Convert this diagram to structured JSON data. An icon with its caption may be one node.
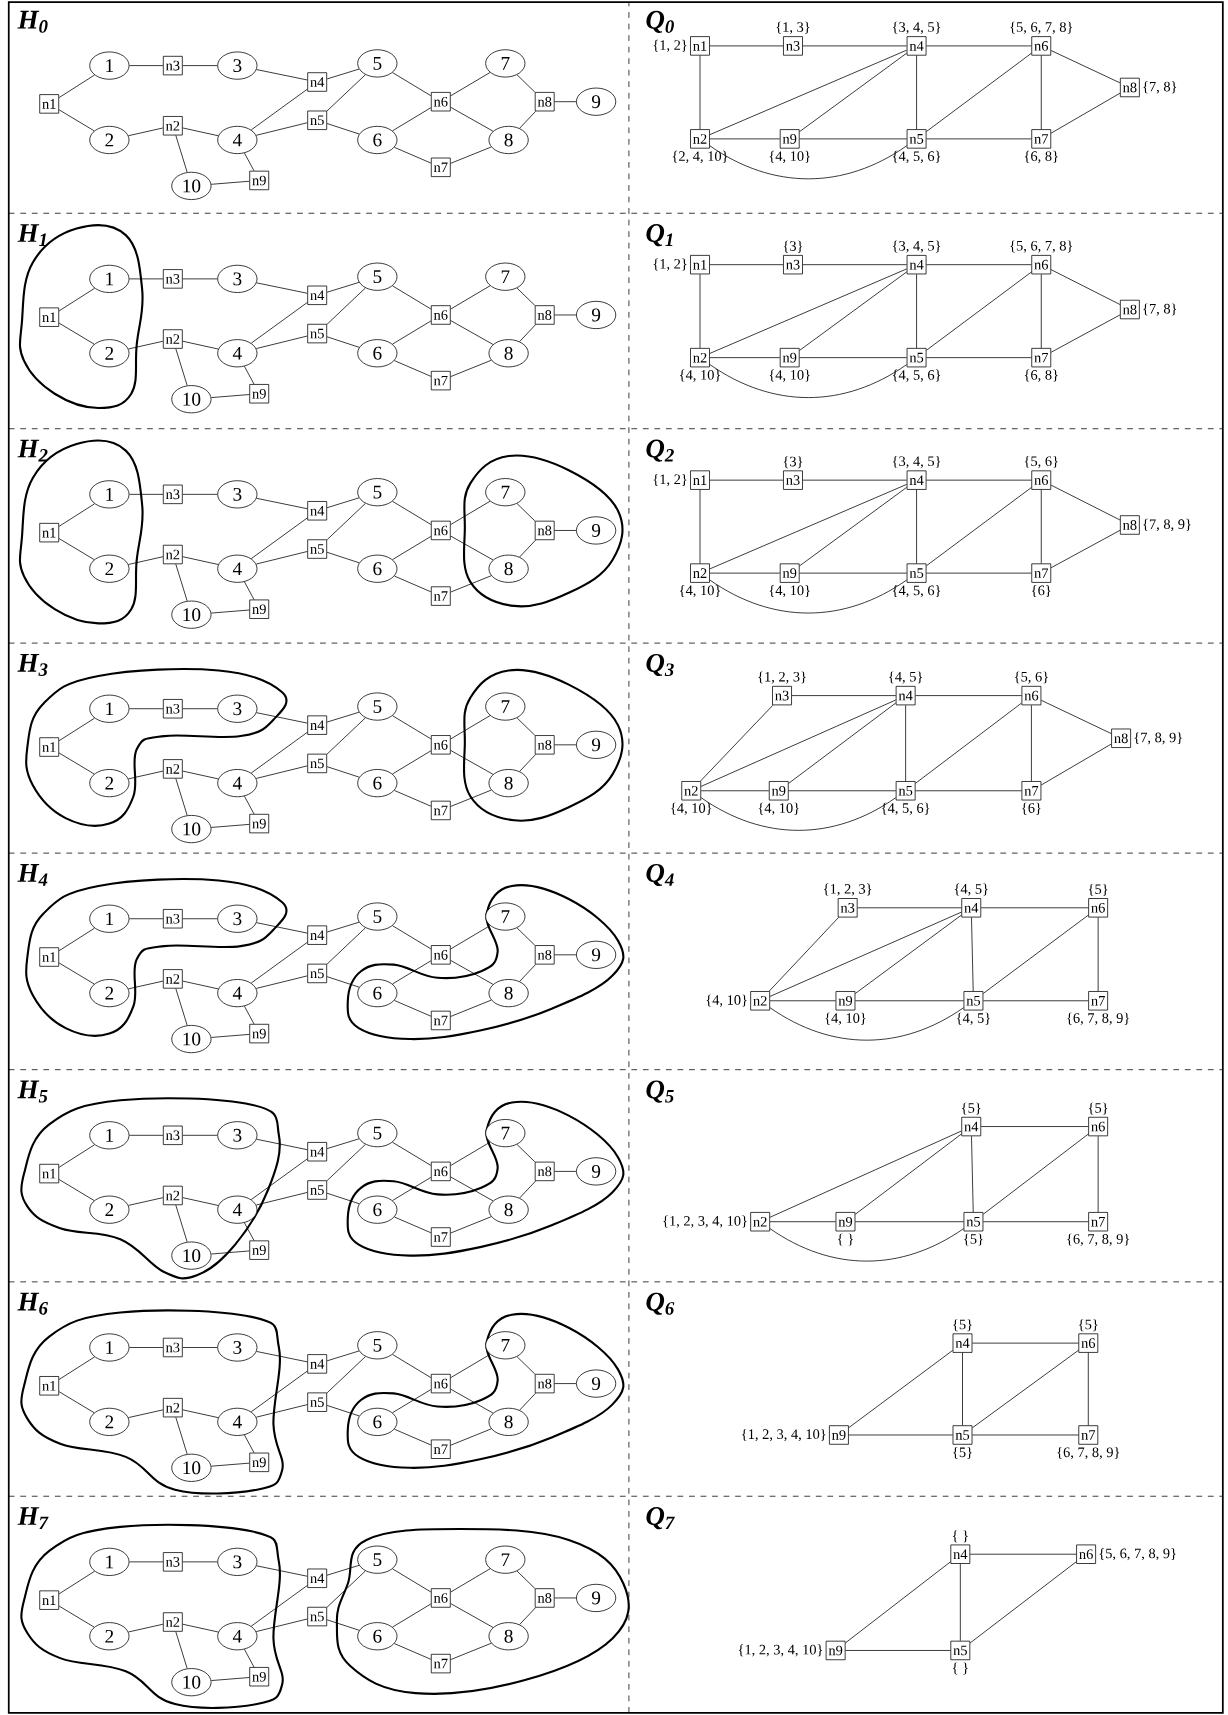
{
  "diagram": {
    "nodes": [
      {
        "text": [
          "1"
        ]
      },
      {
        "text": [
          "2"
        ]
      },
      {
        "text": [
          "3"
        ]
      },
      {
        "text": [
          "4"
        ]
      },
      {
        "text": [
          "5"
        ]
      },
      {
        "text": [
          "6"
        ]
      },
      {
        "text": [
          "7"
        ]
      },
      {
        "text": [
          "8"
        ]
      },
      {
        "text": [
          "9"
        ]
      },
      {
        "text": [
          "10"
        ]
      },
      {
        "text": [
          "n1"
        ]
      },
      {
        "text": [
          "n2"
        ]
      },
      {
        "text": [
          "n3"
        ]
      },
      {
        "text": [
          "n4"
        ]
      },
      {
        "text": [
          "n5"
        ]
      },
      {
        "text": [
          "n6"
        ]
      },
      {
        "text": [
          "n7"
        ]
      },
      {
        "text": [
          "n8"
        ]
      },
      {
        "text": [
          "n9"
        ]
      },
      {
        "text": [
          "n1"
        ],
        "beside": [
          "{1, 2}"
        ]
      },
      {
        "text": [
          "n2"
        ],
        "beside": [
          "{2, 4, 10}"
        ]
      },
      {
        "text": [
          "n3"
        ],
        "beside": [
          "{1, 3}"
        ]
      },
      {
        "text": [
          "n4"
        ],
        "beside": [
          "{3, 4, 5}"
        ]
      },
      {
        "text": [
          "n5"
        ],
        "beside": [
          "{4, 5, 6}"
        ]
      },
      {
        "text": [
          "n6"
        ],
        "beside": [
          "{5, 6, 7, 8}"
        ]
      },
      {
        "text": [
          "n7"
        ],
        "beside": [
          "{6, 8}"
        ]
      },
      {
        "text": [
          "n8"
        ],
        "beside": [
          "{7, 8}"
        ]
      },
      {
        "text": [
          "n9"
        ],
        "beside": [
          "{4, 10}"
        ]
      },
      {
        "text": [
          "1"
        ]
      },
      {
        "text": [
          "2"
        ]
      },
      {
        "text": [
          "3"
        ]
      },
      {
        "text": [
          "4"
        ]
      },
      {
        "text": [
          "5"
        ]
      },
      {
        "text": [
          "6"
        ]
      },
      {
        "text": [
          "7"
        ]
      },
      {
        "text": [
          "8"
        ]
      },
      {
        "text": [
          "9"
        ]
      },
      {
        "text": [
          "10"
        ]
      },
      {
        "text": [
          "n1"
        ]
      },
      {
        "text": [
          "n2"
        ]
      },
      {
        "text": [
          "n3"
        ]
      },
      {
        "text": [
          "n4"
        ]
      },
      {
        "text": [
          "n5"
        ]
      },
      {
        "text": [
          "n6"
        ]
      },
      {
        "text": [
          "n7"
        ]
      },
      {
        "text": [
          "n8"
        ]
      },
      {
        "text": [
          "n9"
        ]
      },
      {
        "text": [
          "n1"
        ],
        "beside": [
          "{1, 2}"
        ]
      },
      {
        "text": [
          "n2"
        ],
        "beside": [
          "{4, 10}"
        ]
      },
      {
        "text": [
          "n3"
        ],
        "beside": [
          "{3}"
        ]
      },
      {
        "text": [
          "n4"
        ],
        "beside": [
          "{3, 4, 5}"
        ]
      },
      {
        "text": [
          "n5"
        ],
        "beside": [
          "{4, 5, 6}"
        ]
      },
      {
        "text": [
          "n6"
        ],
        "beside": [
          "{5, 6, 7, 8}"
        ]
      },
      {
        "text": [
          "n7"
        ],
        "beside": [
          "{6, 8}"
        ]
      },
      {
        "text": [
          "n8"
        ],
        "beside": [
          "{7, 8}"
        ]
      },
      {
        "text": [
          "n9"
        ],
        "beside": [
          "{4, 10}"
        ]
      },
      {
        "text": [
          "1"
        ]
      },
      {
        "text": [
          "2"
        ]
      },
      {
        "text": [
          "3"
        ]
      },
      {
        "text": [
          "4"
        ]
      },
      {
        "text": [
          "5"
        ]
      },
      {
        "text": [
          "6"
        ]
      },
      {
        "text": [
          "7"
        ]
      },
      {
        "text": [
          "8"
        ]
      },
      {
        "text": [
          "9"
        ]
      },
      {
        "text": [
          "10"
        ]
      },
      {
        "text": [
          "n1"
        ]
      },
      {
        "text": [
          "n2"
        ]
      },
      {
        "text": [
          "n3"
        ]
      },
      {
        "text": [
          "n4"
        ]
      },
      {
        "text": [
          "n5"
        ]
      },
      {
        "text": [
          "n6"
        ]
      },
      {
        "text": [
          "n7"
        ]
      },
      {
        "text": [
          "n8"
        ]
      },
      {
        "text": [
          "n9"
        ]
      },
      {
        "text": [
          "n1"
        ],
        "beside": [
          "{1, 2}"
        ]
      },
      {
        "text": [
          "n2"
        ],
        "beside": [
          "{4, 10}"
        ]
      },
      {
        "text": [
          "n3"
        ],
        "beside": [
          "{3}"
        ]
      },
      {
        "text": [
          "n4"
        ],
        "beside": [
          "{3, 4, 5}"
        ]
      },
      {
        "text": [
          "n5"
        ],
        "beside": [
          "{4, 5, 6}"
        ]
      },
      {
        "text": [
          "n6"
        ],
        "beside": [
          "{5, 6}"
        ]
      },
      {
        "text": [
          "n7"
        ],
        "beside": [
          "{6}"
        ]
      },
      {
        "text": [
          "n8"
        ],
        "beside": [
          "{7, 8, 9}"
        ]
      },
      {
        "text": [
          "n9"
        ],
        "beside": [
          "{4, 10}"
        ]
      },
      {
        "text": [
          "1"
        ]
      },
      {
        "text": [
          "2"
        ]
      },
      {
        "text": [
          "3"
        ]
      },
      {
        "text": [
          "4"
        ]
      },
      {
        "text": [
          "5"
        ]
      },
      {
        "text": [
          "6"
        ]
      },
      {
        "text": [
          "7"
        ]
      },
      {
        "text": [
          "8"
        ]
      },
      {
        "text": [
          "9"
        ]
      },
      {
        "text": [
          "10"
        ]
      },
      {
        "text": [
          "n1"
        ]
      },
      {
        "text": [
          "n2"
        ]
      },
      {
        "text": [
          "n3"
        ]
      },
      {
        "text": [
          "n4"
        ]
      },
      {
        "text": [
          "n5"
        ]
      },
      {
        "text": [
          "n6"
        ]
      },
      {
        "text": [
          "n7"
        ]
      },
      {
        "text": [
          "n8"
        ]
      },
      {
        "text": [
          "n9"
        ]
      },
      {
        "text": [
          "n2"
        ],
        "beside": [
          "{4, 10}"
        ]
      },
      {
        "text": [
          "n3"
        ],
        "beside": [
          "{1, 2, 3}"
        ]
      },
      {
        "text": [
          "n4"
        ],
        "beside": [
          "{4, 5}"
        ]
      },
      {
        "text": [
          "n5"
        ],
        "beside": [
          "{4, 5, 6}"
        ]
      },
      {
        "text": [
          "n6"
        ],
        "beside": [
          "{5, 6}"
        ]
      },
      {
        "text": [
          "n7"
        ],
        "beside": [
          "{6}"
        ]
      },
      {
        "text": [
          "n8"
        ],
        "beside": [
          "{7, 8, 9}"
        ]
      },
      {
        "text": [
          "n9"
        ],
        "beside": [
          "{4, 10}"
        ]
      },
      {
        "text": [
          "1"
        ]
      },
      {
        "text": [
          "2"
        ]
      },
      {
        "text": [
          "3"
        ]
      },
      {
        "text": [
          "4"
        ]
      },
      {
        "text": [
          "5"
        ]
      },
      {
        "text": [
          "6"
        ]
      },
      {
        "text": [
          "7"
        ]
      },
      {
        "text": [
          "8"
        ]
      },
      {
        "text": [
          "9"
        ]
      },
      {
        "text": [
          "10"
        ]
      },
      {
        "text": [
          "n1"
        ]
      },
      {
        "text": [
          "n2"
        ]
      },
      {
        "text": [
          "n3"
        ]
      },
      {
        "text": [
          "n4"
        ]
      },
      {
        "text": [
          "n5"
        ]
      },
      {
        "text": [
          "n6"
        ]
      },
      {
        "text": [
          "n7"
        ]
      },
      {
        "text": [
          "n8"
        ]
      },
      {
        "text": [
          "n9"
        ]
      },
      {
        "text": [
          "n2"
        ],
        "beside": [
          "{4, 10}"
        ]
      },
      {
        "text": [
          "n3"
        ],
        "beside": [
          "{1, 2, 3}"
        ]
      },
      {
        "text": [
          "n4"
        ],
        "beside": [
          "{4, 5}"
        ]
      },
      {
        "text": [
          "n5"
        ],
        "beside": [
          "{4, 5}"
        ]
      },
      {
        "text": [
          "n6"
        ],
        "beside": [
          "{5}"
        ]
      },
      {
        "text": [
          "n7"
        ],
        "beside": [
          "{6, 7, 8, 9}"
        ]
      },
      {
        "text": [
          "n9"
        ],
        "beside": [
          "{4, 10}"
        ]
      },
      {
        "text": [
          "1"
        ]
      },
      {
        "text": [
          "2"
        ]
      },
      {
        "text": [
          "3"
        ]
      },
      {
        "text": [
          "4"
        ]
      },
      {
        "text": [
          "5"
        ]
      },
      {
        "text": [
          "6"
        ]
      },
      {
        "text": [
          "7"
        ]
      },
      {
        "text": [
          "8"
        ]
      },
      {
        "text": [
          "9"
        ]
      },
      {
        "text": [
          "10"
        ]
      },
      {
        "text": [
          "n1"
        ]
      },
      {
        "text": [
          "n2"
        ]
      },
      {
        "text": [
          "n3"
        ]
      },
      {
        "text": [
          "n4"
        ]
      },
      {
        "text": [
          "n5"
        ]
      },
      {
        "text": [
          "n6"
        ]
      },
      {
        "text": [
          "n7"
        ]
      },
      {
        "text": [
          "n8"
        ]
      },
      {
        "text": [
          "n9"
        ]
      },
      {
        "text": [
          "n2"
        ],
        "beside": [
          "{1, 2, 3, 4, 10}"
        ]
      },
      {
        "text": [
          "n4"
        ],
        "beside": [
          "{5}"
        ]
      },
      {
        "text": [
          "n5"
        ],
        "beside": [
          "{5}"
        ]
      },
      {
        "text": [
          "n6"
        ],
        "beside": [
          "{5}"
        ]
      },
      {
        "text": [
          "n7"
        ],
        "beside": [
          "{6, 7, 8, 9}"
        ]
      },
      {
        "text": [
          "n9"
        ],
        "beside": [
          "{ }"
        ]
      },
      {
        "text": [
          "1"
        ]
      },
      {
        "text": [
          "2"
        ]
      },
      {
        "text": [
          "3"
        ]
      },
      {
        "text": [
          "4"
        ]
      },
      {
        "text": [
          "5"
        ]
      },
      {
        "text": [
          "6"
        ]
      },
      {
        "text": [
          "7"
        ]
      },
      {
        "text": [
          "8"
        ]
      },
      {
        "text": [
          "9"
        ]
      },
      {
        "text": [
          "10"
        ]
      },
      {
        "text": [
          "n1"
        ]
      },
      {
        "text": [
          "n2"
        ]
      },
      {
        "text": [
          "n3"
        ]
      },
      {
        "text": [
          "n4"
        ]
      },
      {
        "text": [
          "n5"
        ]
      },
      {
        "text": [
          "n6"
        ]
      },
      {
        "text": [
          "n7"
        ]
      },
      {
        "text": [
          "n8"
        ]
      },
      {
        "text": [
          "n9"
        ]
      },
      {
        "text": [
          "n4"
        ],
        "beside": [
          "{5}"
        ]
      },
      {
        "text": [
          "n5"
        ],
        "beside": [
          "{5}"
        ]
      },
      {
        "text": [
          "n6"
        ],
        "beside": [
          "{5}"
        ]
      },
      {
        "text": [
          "n7"
        ],
        "beside": [
          "{6, 7, 8, 9}"
        ]
      },
      {
        "text": [
          "n9"
        ],
        "beside": [
          "{1, 2, 3, 4, 10}"
        ]
      },
      {
        "text": [
          "1"
        ]
      },
      {
        "text": [
          "2"
        ]
      },
      {
        "text": [
          "3"
        ]
      },
      {
        "text": [
          "4"
        ]
      },
      {
        "text": [
          "5"
        ]
      },
      {
        "text": [
          "6"
        ]
      },
      {
        "text": [
          "7"
        ]
      },
      {
        "text": [
          "8"
        ]
      },
      {
        "text": [
          "9"
        ]
      },
      {
        "text": [
          "10"
        ]
      },
      {
        "text": [
          "n1"
        ]
      },
      {
        "text": [
          "n2"
        ]
      },
      {
        "text": [
          "n3"
        ]
      },
      {
        "text": [
          "n4"
        ]
      },
      {
        "text": [
          "n5"
        ]
      },
      {
        "text": [
          "n6"
        ]
      },
      {
        "text": [
          "n7"
        ]
      },
      {
        "text": [
          "n8"
        ]
      },
      {
        "text": [
          "n9"
        ]
      },
      {
        "text": [
          "n4"
        ],
        "beside": [
          "{ }"
        ]
      },
      {
        "text": [
          "n5"
        ],
        "beside": [
          "{ }"
        ]
      },
      {
        "text": [
          "n6"
        ],
        "beside": [
          "{5, 6, 7, 8, 9}"
        ]
      },
      {
        "text": [
          "n9"
        ],
        "beside": [
          "{1, 2, 3, 4, 10}"
        ]
      }
    ],
    "edges": [
      {
        "from": 10,
        "to": 0,
        "arrow": "none"
      },
      {
        "from": 10,
        "to": 1,
        "arrow": "none"
      },
      {
        "from": 0,
        "to": 12,
        "arrow": "none"
      },
      {
        "from": 12,
        "to": 2,
        "arrow": "none"
      },
      {
        "from": 2,
        "to": 13,
        "arrow": "none"
      },
      {
        "from": 13,
        "to": 4,
        "arrow": "none"
      },
      {
        "from": 13,
        "to": 3,
        "arrow": "none"
      },
      {
        "from": 1,
        "to": 11,
        "arrow": "none"
      },
      {
        "from": 11,
        "to": 3,
        "arrow": "none"
      },
      {
        "from": 11,
        "to": 9,
        "arrow": "none"
      },
      {
        "from": 9,
        "to": 18,
        "arrow": "none"
      },
      {
        "from": 18,
        "to": 3,
        "arrow": "none"
      },
      {
        "from": 3,
        "to": 14,
        "arrow": "none"
      },
      {
        "from": 14,
        "to": 4,
        "arrow": "none"
      },
      {
        "from": 14,
        "to": 5,
        "arrow": "none"
      },
      {
        "from": 4,
        "to": 15,
        "arrow": "none"
      },
      {
        "from": 5,
        "to": 15,
        "arrow": "none"
      },
      {
        "from": 15,
        "to": 6,
        "arrow": "none"
      },
      {
        "from": 15,
        "to": 7,
        "arrow": "none"
      },
      {
        "from": 5,
        "to": 16,
        "arrow": "none"
      },
      {
        "from": 16,
        "to": 7,
        "arrow": "none"
      },
      {
        "from": 6,
        "to": 17,
        "arrow": "none"
      },
      {
        "from": 7,
        "to": 17,
        "arrow": "none"
      },
      {
        "from": 17,
        "to": 8,
        "arrow": "none"
      },
      {
        "from": 19,
        "to": 21,
        "arrow": "none"
      },
      {
        "from": 21,
        "to": 22,
        "arrow": "none"
      },
      {
        "from": 22,
        "to": 24,
        "arrow": "none"
      },
      {
        "from": 24,
        "to": 26,
        "arrow": "none"
      },
      {
        "from": 19,
        "to": 20,
        "arrow": "none"
      },
      {
        "from": 20,
        "to": 22,
        "arrow": "none"
      },
      {
        "from": 20,
        "to": 27,
        "arrow": "none"
      },
      {
        "from": 27,
        "to": 22,
        "arrow": "none"
      },
      {
        "from": 27,
        "to": 23,
        "arrow": "none"
      },
      {
        "from": 22,
        "to": 23,
        "arrow": "none"
      },
      {
        "from": 23,
        "to": 24,
        "arrow": "none"
      },
      {
        "from": 24,
        "to": 25,
        "arrow": "none"
      },
      {
        "from": 23,
        "to": 25,
        "arrow": "none"
      },
      {
        "from": 25,
        "to": 26,
        "arrow": "none"
      },
      {
        "from": 20,
        "to": 23,
        "arrow": "none"
      },
      {
        "from": 38,
        "to": 28,
        "arrow": "none"
      },
      {
        "from": 38,
        "to": 29,
        "arrow": "none"
      },
      {
        "from": 28,
        "to": 40,
        "arrow": "none"
      },
      {
        "from": 40,
        "to": 30,
        "arrow": "none"
      },
      {
        "from": 30,
        "to": 41,
        "arrow": "none"
      },
      {
        "from": 41,
        "to": 32,
        "arrow": "none"
      },
      {
        "from": 41,
        "to": 31,
        "arrow": "none"
      },
      {
        "from": 29,
        "to": 39,
        "arrow": "none"
      },
      {
        "from": 39,
        "to": 31,
        "arrow": "none"
      },
      {
        "from": 39,
        "to": 37,
        "arrow": "none"
      },
      {
        "from": 37,
        "to": 46,
        "arrow": "none"
      },
      {
        "from": 46,
        "to": 31,
        "arrow": "none"
      },
      {
        "from": 31,
        "to": 42,
        "arrow": "none"
      },
      {
        "from": 42,
        "to": 32,
        "arrow": "none"
      },
      {
        "from": 42,
        "to": 33,
        "arrow": "none"
      },
      {
        "from": 32,
        "to": 43,
        "arrow": "none"
      },
      {
        "from": 33,
        "to": 43,
        "arrow": "none"
      },
      {
        "from": 43,
        "to": 34,
        "arrow": "none"
      },
      {
        "from": 43,
        "to": 35,
        "arrow": "none"
      },
      {
        "from": 33,
        "to": 44,
        "arrow": "none"
      },
      {
        "from": 44,
        "to": 35,
        "arrow": "none"
      },
      {
        "from": 34,
        "to": 45,
        "arrow": "none"
      },
      {
        "from": 35,
        "to": 45,
        "arrow": "none"
      },
      {
        "from": 45,
        "to": 36,
        "arrow": "none"
      },
      {
        "from": 47,
        "to": 49,
        "arrow": "none"
      },
      {
        "from": 49,
        "to": 50,
        "arrow": "none"
      },
      {
        "from": 50,
        "to": 52,
        "arrow": "none"
      },
      {
        "from": 52,
        "to": 54,
        "arrow": "none"
      },
      {
        "from": 47,
        "to": 48,
        "arrow": "none"
      },
      {
        "from": 48,
        "to": 50,
        "arrow": "none"
      },
      {
        "from": 48,
        "to": 55,
        "arrow": "none"
      },
      {
        "from": 55,
        "to": 50,
        "arrow": "none"
      },
      {
        "from": 55,
        "to": 51,
        "arrow": "none"
      },
      {
        "from": 50,
        "to": 51,
        "arrow": "none"
      },
      {
        "from": 51,
        "to": 52,
        "arrow": "none"
      },
      {
        "from": 52,
        "to": 53,
        "arrow": "none"
      },
      {
        "from": 51,
        "to": 53,
        "arrow": "none"
      },
      {
        "from": 53,
        "to": 54,
        "arrow": "none"
      },
      {
        "from": 48,
        "to": 51,
        "arrow": "none"
      },
      {
        "from": 66,
        "to": 56,
        "arrow": "none"
      },
      {
        "from": 66,
        "to": 57,
        "arrow": "none"
      },
      {
        "from": 56,
        "to": 68,
        "arrow": "none"
      },
      {
        "from": 68,
        "to": 58,
        "arrow": "none"
      },
      {
        "from": 58,
        "to": 69,
        "arrow": "none"
      },
      {
        "from": 69,
        "to": 60,
        "arrow": "none"
      },
      {
        "from": 69,
        "to": 59,
        "arrow": "none"
      },
      {
        "from": 57,
        "to": 67,
        "arrow": "none"
      },
      {
        "from": 67,
        "to": 59,
        "arrow": "none"
      },
      {
        "from": 67,
        "to": 65,
        "arrow": "none"
      },
      {
        "from": 65,
        "to": 74,
        "arrow": "none"
      },
      {
        "from": 74,
        "to": 59,
        "arrow": "none"
      },
      {
        "from": 59,
        "to": 70,
        "arrow": "none"
      },
      {
        "from": 70,
        "to": 60,
        "arrow": "none"
      },
      {
        "from": 70,
        "to": 61,
        "arrow": "none"
      },
      {
        "from": 60,
        "to": 71,
        "arrow": "none"
      },
      {
        "from": 61,
        "to": 71,
        "arrow": "none"
      },
      {
        "from": 71,
        "to": 62,
        "arrow": "none"
      },
      {
        "from": 71,
        "to": 63,
        "arrow": "none"
      },
      {
        "from": 61,
        "to": 72,
        "arrow": "none"
      },
      {
        "from": 72,
        "to": 63,
        "arrow": "none"
      },
      {
        "from": 62,
        "to": 73,
        "arrow": "none"
      },
      {
        "from": 63,
        "to": 73,
        "arrow": "none"
      },
      {
        "from": 73,
        "to": 64,
        "arrow": "none"
      },
      {
        "from": 75,
        "to": 77,
        "arrow": "none"
      },
      {
        "from": 77,
        "to": 78,
        "arrow": "none"
      },
      {
        "from": 78,
        "to": 80,
        "arrow": "none"
      },
      {
        "from": 80,
        "to": 82,
        "arrow": "none"
      },
      {
        "from": 75,
        "to": 76,
        "arrow": "none"
      },
      {
        "from": 76,
        "to": 78,
        "arrow": "none"
      },
      {
        "from": 76,
        "to": 83,
        "arrow": "none"
      },
      {
        "from": 83,
        "to": 78,
        "arrow": "none"
      },
      {
        "from": 83,
        "to": 79,
        "arrow": "none"
      },
      {
        "from": 78,
        "to": 79,
        "arrow": "none"
      },
      {
        "from": 79,
        "to": 80,
        "arrow": "none"
      },
      {
        "from": 80,
        "to": 81,
        "arrow": "none"
      },
      {
        "from": 79,
        "to": 81,
        "arrow": "none"
      },
      {
        "from": 81,
        "to": 82,
        "arrow": "none"
      },
      {
        "from": 76,
        "to": 79,
        "arrow": "none"
      },
      {
        "from": 94,
        "to": 84,
        "arrow": "none"
      },
      {
        "from": 94,
        "to": 85,
        "arrow": "none"
      },
      {
        "from": 84,
        "to": 96,
        "arrow": "none"
      },
      {
        "from": 96,
        "to": 86,
        "arrow": "none"
      },
      {
        "from": 86,
        "to": 97,
        "arrow": "none"
      },
      {
        "from": 97,
        "to": 88,
        "arrow": "none"
      },
      {
        "from": 97,
        "to": 87,
        "arrow": "none"
      },
      {
        "from": 85,
        "to": 95,
        "arrow": "none"
      },
      {
        "from": 95,
        "to": 87,
        "arrow": "none"
      },
      {
        "from": 95,
        "to": 93,
        "arrow": "none"
      },
      {
        "from": 93,
        "to": 102,
        "arrow": "none"
      },
      {
        "from": 102,
        "to": 87,
        "arrow": "none"
      },
      {
        "from": 87,
        "to": 98,
        "arrow": "none"
      },
      {
        "from": 98,
        "to": 88,
        "arrow": "none"
      },
      {
        "from": 98,
        "to": 89,
        "arrow": "none"
      },
      {
        "from": 88,
        "to": 99,
        "arrow": "none"
      },
      {
        "from": 89,
        "to": 99,
        "arrow": "none"
      },
      {
        "from": 99,
        "to": 90,
        "arrow": "none"
      },
      {
        "from": 99,
        "to": 91,
        "arrow": "none"
      },
      {
        "from": 89,
        "to": 100,
        "arrow": "none"
      },
      {
        "from": 100,
        "to": 91,
        "arrow": "none"
      },
      {
        "from": 90,
        "to": 101,
        "arrow": "none"
      },
      {
        "from": 91,
        "to": 101,
        "arrow": "none"
      },
      {
        "from": 101,
        "to": 92,
        "arrow": "none"
      },
      {
        "from": 104,
        "to": 105,
        "arrow": "none"
      },
      {
        "from": 105,
        "to": 107,
        "arrow": "none"
      },
      {
        "from": 107,
        "to": 109,
        "arrow": "none"
      },
      {
        "from": 103,
        "to": 104,
        "arrow": "none"
      },
      {
        "from": 103,
        "to": 105,
        "arrow": "none"
      },
      {
        "from": 103,
        "to": 110,
        "arrow": "none"
      },
      {
        "from": 110,
        "to": 105,
        "arrow": "none"
      },
      {
        "from": 110,
        "to": 106,
        "arrow": "none"
      },
      {
        "from": 105,
        "to": 106,
        "arrow": "none"
      },
      {
        "from": 106,
        "to": 107,
        "arrow": "none"
      },
      {
        "from": 107,
        "to": 108,
        "arrow": "none"
      },
      {
        "from": 106,
        "to": 108,
        "arrow": "none"
      },
      {
        "from": 108,
        "to": 109,
        "arrow": "none"
      },
      {
        "from": 103,
        "to": 106,
        "arrow": "none"
      },
      {
        "from": 121,
        "to": 111,
        "arrow": "none"
      },
      {
        "from": 121,
        "to": 112,
        "arrow": "none"
      },
      {
        "from": 111,
        "to": 123,
        "arrow": "none"
      },
      {
        "from": 123,
        "to": 113,
        "arrow": "none"
      },
      {
        "from": 113,
        "to": 124,
        "arrow": "none"
      },
      {
        "from": 124,
        "to": 115,
        "arrow": "none"
      },
      {
        "from": 124,
        "to": 114,
        "arrow": "none"
      },
      {
        "from": 112,
        "to": 122,
        "arrow": "none"
      },
      {
        "from": 122,
        "to": 114,
        "arrow": "none"
      },
      {
        "from": 122,
        "to": 120,
        "arrow": "none"
      },
      {
        "from": 120,
        "to": 129,
        "arrow": "none"
      },
      {
        "from": 129,
        "to": 114,
        "arrow": "none"
      },
      {
        "from": 114,
        "to": 125,
        "arrow": "none"
      },
      {
        "from": 125,
        "to": 115,
        "arrow": "none"
      },
      {
        "from": 125,
        "to": 116,
        "arrow": "none"
      },
      {
        "from": 115,
        "to": 126,
        "arrow": "none"
      },
      {
        "from": 116,
        "to": 126,
        "arrow": "none"
      },
      {
        "from": 126,
        "to": 117,
        "arrow": "none"
      },
      {
        "from": 126,
        "to": 118,
        "arrow": "none"
      },
      {
        "from": 116,
        "to": 127,
        "arrow": "none"
      },
      {
        "from": 127,
        "to": 118,
        "arrow": "none"
      },
      {
        "from": 117,
        "to": 128,
        "arrow": "none"
      },
      {
        "from": 118,
        "to": 128,
        "arrow": "none"
      },
      {
        "from": 128,
        "to": 119,
        "arrow": "none"
      },
      {
        "from": 131,
        "to": 132,
        "arrow": "none"
      },
      {
        "from": 132,
        "to": 134,
        "arrow": "none"
      },
      {
        "from": 130,
        "to": 131,
        "arrow": "none"
      },
      {
        "from": 130,
        "to": 132,
        "arrow": "none"
      },
      {
        "from": 130,
        "to": 136,
        "arrow": "none"
      },
      {
        "from": 136,
        "to": 132,
        "arrow": "none"
      },
      {
        "from": 136,
        "to": 133,
        "arrow": "none"
      },
      {
        "from": 132,
        "to": 133,
        "arrow": "none"
      },
      {
        "from": 133,
        "to": 134,
        "arrow": "none"
      },
      {
        "from": 134,
        "to": 135,
        "arrow": "none"
      },
      {
        "from": 133,
        "to": 135,
        "arrow": "none"
      },
      {
        "from": 130,
        "to": 133,
        "arrow": "none"
      },
      {
        "from": 147,
        "to": 137,
        "arrow": "none"
      },
      {
        "from": 147,
        "to": 138,
        "arrow": "none"
      },
      {
        "from": 137,
        "to": 149,
        "arrow": "none"
      },
      {
        "from": 149,
        "to": 139,
        "arrow": "none"
      },
      {
        "from": 139,
        "to": 150,
        "arrow": "none"
      },
      {
        "from": 150,
        "to": 141,
        "arrow": "none"
      },
      {
        "from": 150,
        "to": 140,
        "arrow": "none"
      },
      {
        "from": 138,
        "to": 148,
        "arrow": "none"
      },
      {
        "from": 148,
        "to": 140,
        "arrow": "none"
      },
      {
        "from": 148,
        "to": 146,
        "arrow": "none"
      },
      {
        "from": 146,
        "to": 155,
        "arrow": "none"
      },
      {
        "from": 155,
        "to": 140,
        "arrow": "none"
      },
      {
        "from": 140,
        "to": 151,
        "arrow": "none"
      },
      {
        "from": 151,
        "to": 141,
        "arrow": "none"
      },
      {
        "from": 151,
        "to": 142,
        "arrow": "none"
      },
      {
        "from": 141,
        "to": 152,
        "arrow": "none"
      },
      {
        "from": 142,
        "to": 152,
        "arrow": "none"
      },
      {
        "from": 152,
        "to": 143,
        "arrow": "none"
      },
      {
        "from": 152,
        "to": 144,
        "arrow": "none"
      },
      {
        "from": 142,
        "to": 153,
        "arrow": "none"
      },
      {
        "from": 153,
        "to": 144,
        "arrow": "none"
      },
      {
        "from": 143,
        "to": 154,
        "arrow": "none"
      },
      {
        "from": 144,
        "to": 154,
        "arrow": "none"
      },
      {
        "from": 154,
        "to": 145,
        "arrow": "none"
      },
      {
        "from": 157,
        "to": 159,
        "arrow": "none"
      },
      {
        "from": 156,
        "to": 157,
        "arrow": "none"
      },
      {
        "from": 156,
        "to": 161,
        "arrow": "none"
      },
      {
        "from": 161,
        "to": 157,
        "arrow": "none"
      },
      {
        "from": 161,
        "to": 158,
        "arrow": "none"
      },
      {
        "from": 157,
        "to": 158,
        "arrow": "none"
      },
      {
        "from": 158,
        "to": 159,
        "arrow": "none"
      },
      {
        "from": 159,
        "to": 160,
        "arrow": "none"
      },
      {
        "from": 158,
        "to": 160,
        "arrow": "none"
      },
      {
        "from": 156,
        "to": 158,
        "arrow": "none"
      },
      {
        "from": 172,
        "to": 162,
        "arrow": "none"
      },
      {
        "from": 172,
        "to": 163,
        "arrow": "none"
      },
      {
        "from": 162,
        "to": 174,
        "arrow": "none"
      },
      {
        "from": 174,
        "to": 164,
        "arrow": "none"
      },
      {
        "from": 164,
        "to": 175,
        "arrow": "none"
      },
      {
        "from": 175,
        "to": 166,
        "arrow": "none"
      },
      {
        "from": 175,
        "to": 165,
        "arrow": "none"
      },
      {
        "from": 163,
        "to": 173,
        "arrow": "none"
      },
      {
        "from": 173,
        "to": 165,
        "arrow": "none"
      },
      {
        "from": 173,
        "to": 171,
        "arrow": "none"
      },
      {
        "from": 171,
        "to": 180,
        "arrow": "none"
      },
      {
        "from": 180,
        "to": 165,
        "arrow": "none"
      },
      {
        "from": 165,
        "to": 176,
        "arrow": "none"
      },
      {
        "from": 176,
        "to": 166,
        "arrow": "none"
      },
      {
        "from": 176,
        "to": 167,
        "arrow": "none"
      },
      {
        "from": 166,
        "to": 177,
        "arrow": "none"
      },
      {
        "from": 167,
        "to": 177,
        "arrow": "none"
      },
      {
        "from": 177,
        "to": 168,
        "arrow": "none"
      },
      {
        "from": 177,
        "to": 169,
        "arrow": "none"
      },
      {
        "from": 167,
        "to": 178,
        "arrow": "none"
      },
      {
        "from": 178,
        "to": 169,
        "arrow": "none"
      },
      {
        "from": 168,
        "to": 179,
        "arrow": "none"
      },
      {
        "from": 169,
        "to": 179,
        "arrow": "none"
      },
      {
        "from": 179,
        "to": 170,
        "arrow": "none"
      },
      {
        "from": 181,
        "to": 183,
        "arrow": "none"
      },
      {
        "from": 185,
        "to": 181,
        "arrow": "none"
      },
      {
        "from": 185,
        "to": 182,
        "arrow": "none"
      },
      {
        "from": 181,
        "to": 182,
        "arrow": "none"
      },
      {
        "from": 182,
        "to": 183,
        "arrow": "none"
      },
      {
        "from": 183,
        "to": 184,
        "arrow": "none"
      },
      {
        "from": 182,
        "to": 184,
        "arrow": "none"
      },
      {
        "from": 196,
        "to": 186,
        "arrow": "none"
      },
      {
        "from": 196,
        "to": 187,
        "arrow": "none"
      },
      {
        "from": 186,
        "to": 198,
        "arrow": "none"
      },
      {
        "from": 198,
        "to": 188,
        "arrow": "none"
      },
      {
        "from": 188,
        "to": 199,
        "arrow": "none"
      },
      {
        "from": 199,
        "to": 190,
        "arrow": "none"
      },
      {
        "from": 199,
        "to": 189,
        "arrow": "none"
      },
      {
        "from": 187,
        "to": 197,
        "arrow": "none"
      },
      {
        "from": 197,
        "to": 189,
        "arrow": "none"
      },
      {
        "from": 197,
        "to": 195,
        "arrow": "none"
      },
      {
        "from": 195,
        "to": 204,
        "arrow": "none"
      },
      {
        "from": 204,
        "to": 189,
        "arrow": "none"
      },
      {
        "from": 189,
        "to": 200,
        "arrow": "none"
      },
      {
        "from": 200,
        "to": 190,
        "arrow": "none"
      },
      {
        "from": 200,
        "to": 191,
        "arrow": "none"
      },
      {
        "from": 190,
        "to": 201,
        "arrow": "none"
      },
      {
        "from": 191,
        "to": 201,
        "arrow": "none"
      },
      {
        "from": 201,
        "to": 192,
        "arrow": "none"
      },
      {
        "from": 201,
        "to": 193,
        "arrow": "none"
      },
      {
        "from": 191,
        "to": 202,
        "arrow": "none"
      },
      {
        "from": 202,
        "to": 193,
        "arrow": "none"
      },
      {
        "from": 192,
        "to": 203,
        "arrow": "none"
      },
      {
        "from": 193,
        "to": 203,
        "arrow": "none"
      },
      {
        "from": 203,
        "to": 194,
        "arrow": "none"
      },
      {
        "from": 205,
        "to": 207,
        "arrow": "none"
      },
      {
        "from": 208,
        "to": 205,
        "arrow": "none"
      },
      {
        "from": 208,
        "to": 206,
        "arrow": "none"
      },
      {
        "from": 205,
        "to": 206,
        "arrow": "none"
      },
      {
        "from": 206,
        "to": 207,
        "arrow": "none"
      }
    ],
    "labels": [
      "H$_{0}$",
      "Q$_{0}$",
      "H$_{1}$",
      "Q$_{1}$",
      "H$_{2}$",
      "Q$_{2}$",
      "H$_{3}$",
      "Q$_{3}$",
      "H$_{4}$",
      "Q$_{4}$",
      "H$_{5}$",
      "Q$_{5}$",
      "H$_{6}$",
      "Q$_{6}$",
      "H$_{7}$",
      "Q$_{7}$"
    ]
  }
}
